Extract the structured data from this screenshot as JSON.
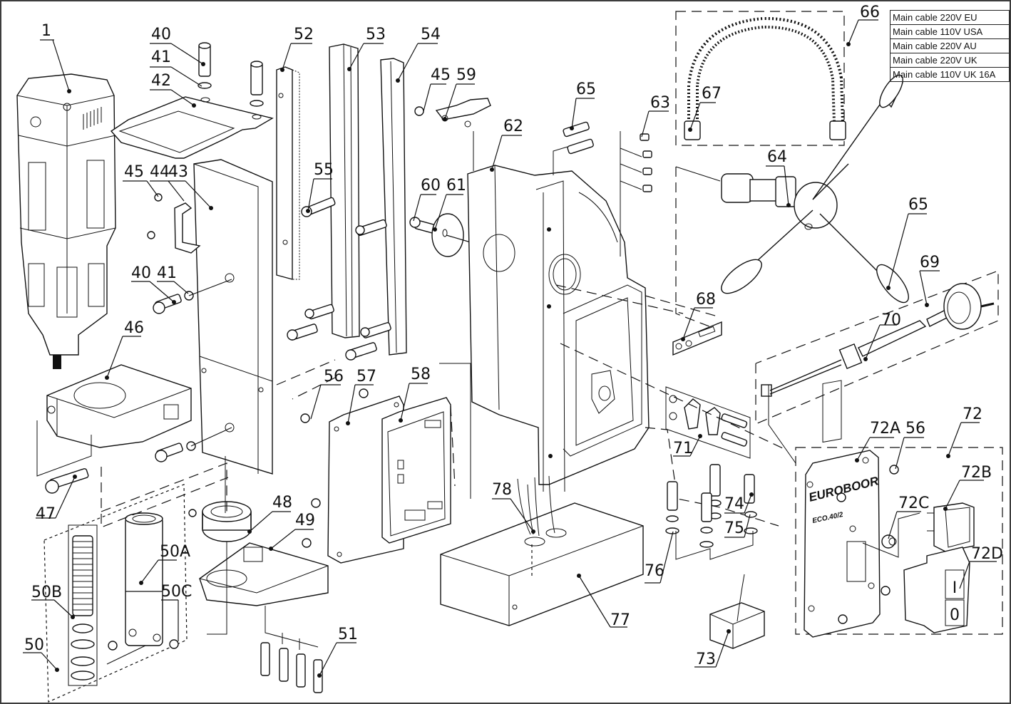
{
  "diagram": {
    "type": "exploded-parts-diagram",
    "subject": "Magnetic core drill stand assembly"
  },
  "cable_table": {
    "rows": [
      "Main cable 220V EU",
      "Main cable 110V USA",
      "Main cable 220V AU",
      "Main cable 220V UK",
      "Main cable 110V UK 16A"
    ]
  },
  "callouts": {
    "c1": "1",
    "c40a": "40",
    "c41a": "41",
    "c42": "42",
    "c45a": "45",
    "c44": "44",
    "c43": "43",
    "c40b": "40",
    "c41b": "41",
    "c46": "46",
    "c47": "47",
    "c52": "52",
    "c53": "53",
    "c54": "54",
    "c55": "55",
    "c45b": "45",
    "c59": "59",
    "c60": "60",
    "c61": "61",
    "c62": "62",
    "c65a": "65",
    "c63": "63",
    "c66": "66",
    "c67": "67",
    "c64": "64",
    "c65b": "65",
    "c69": "69",
    "c70": "70",
    "c68": "68",
    "c71": "71",
    "c56a": "56",
    "c57": "57",
    "c58": "58",
    "c48": "48",
    "c49": "49",
    "c50a": "50A",
    "c50b": "50B",
    "c50c": "50C",
    "c50": "50",
    "c51": "51",
    "c78": "78",
    "c77": "77",
    "c74": "74",
    "c75": "75",
    "c76": "76",
    "c73": "73",
    "c72": "72",
    "c72a": "72A",
    "c56b": "56",
    "c72b": "72B",
    "c72c": "72C",
    "c72d": "72D"
  },
  "plate": {
    "brand": "EUROBOOR",
    "model": "ECO.40/2"
  },
  "switch": {
    "on": "I",
    "off": "0"
  }
}
